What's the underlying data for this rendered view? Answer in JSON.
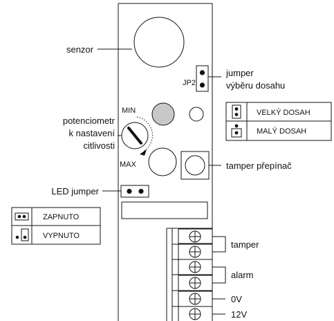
{
  "labels": {
    "senzor": "senzor",
    "jumper_line1": "jumper",
    "jumper_line2": "výběru dosahu",
    "jp2": "JP2",
    "pot_line1": "potenciometr",
    "pot_line2": "k nastavení",
    "pot_line3": "citlivosti",
    "min": "MIN",
    "max": "MAX",
    "tamper_switch": "tamper přepínač",
    "led_jumper": "LED jumper"
  },
  "range_legend": [
    {
      "icon": "jumper-vertical-icon",
      "text": "VELKÝ DOSAH"
    },
    {
      "icon": "jumper-single-pin-icon",
      "text": "MALÝ DOSAH"
    }
  ],
  "led_legend": [
    {
      "icon": "jumper-horizontal-icon",
      "text": "ZAPNUTO"
    },
    {
      "icon": "jumper-off-icon",
      "text": "VYPNUTO"
    }
  ],
  "terminals": [
    {
      "label": "tamper"
    },
    {
      "label": "alarm"
    },
    {
      "label": "0V"
    },
    {
      "label": "12V"
    }
  ],
  "colors": {
    "line": "#111111",
    "led": "#c8c8c8",
    "background": "#ffffff"
  }
}
